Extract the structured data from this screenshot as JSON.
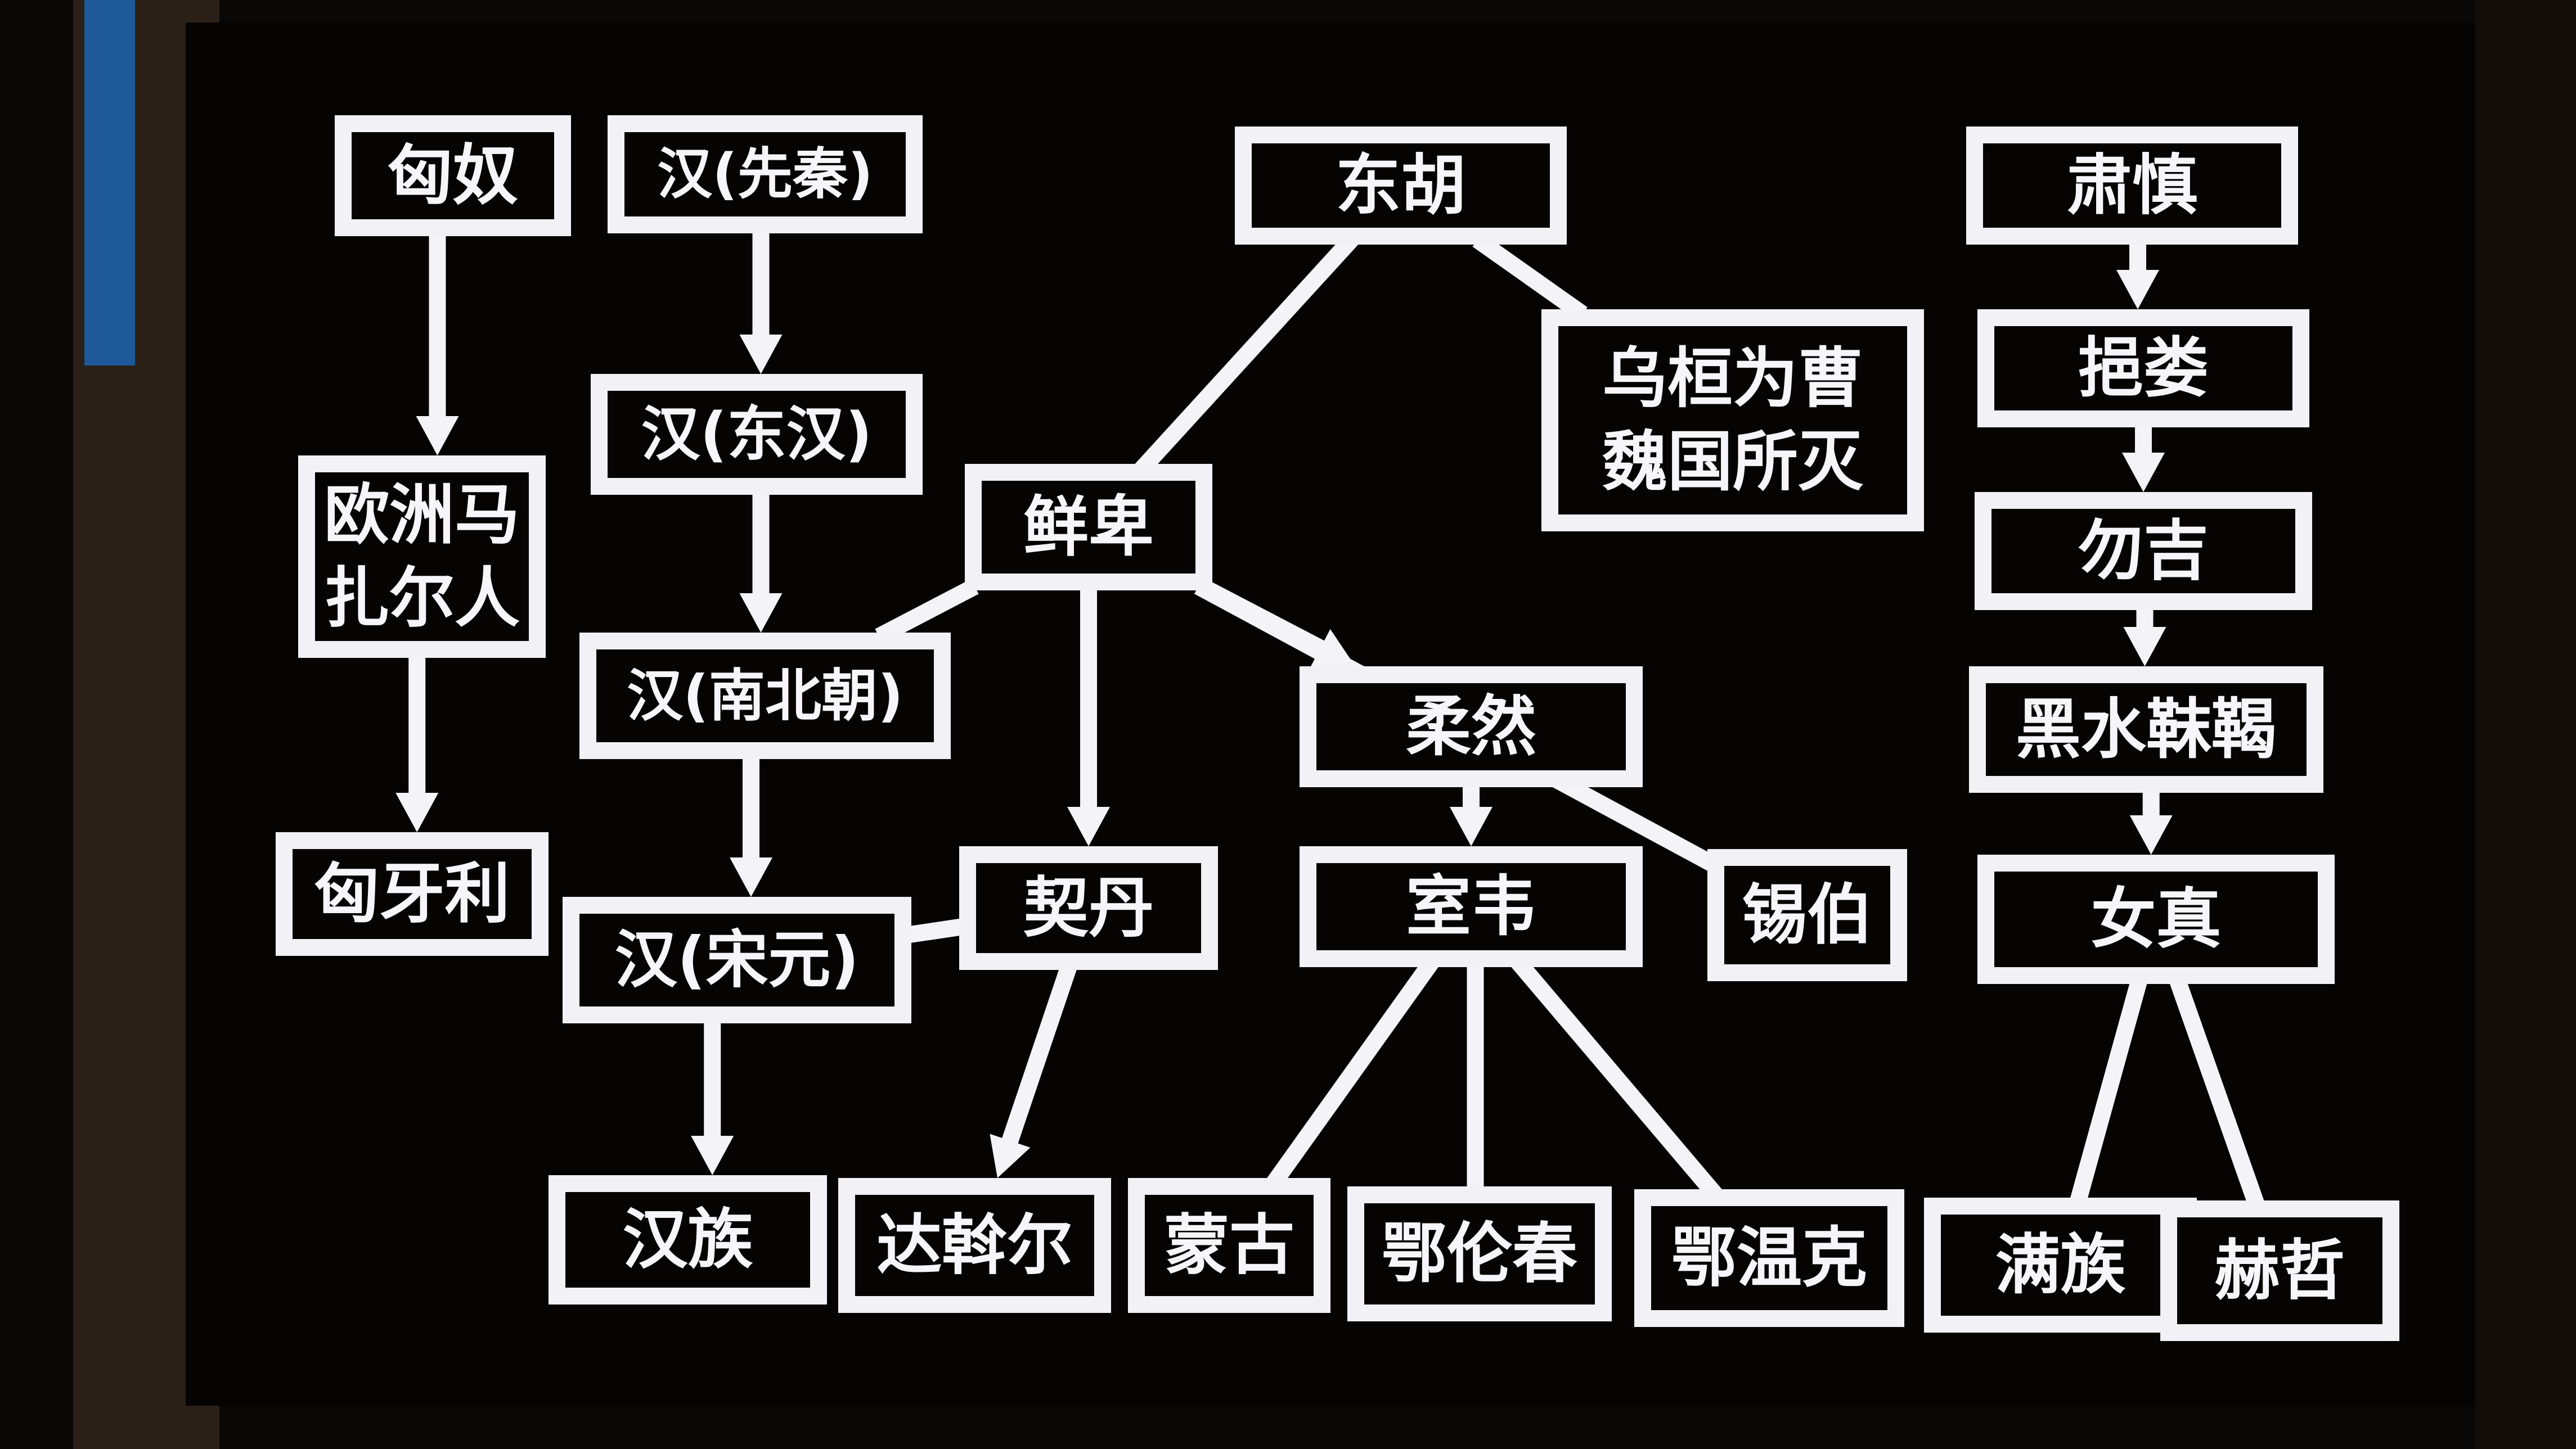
{
  "nodes": [
    {
      "id": "xiongnu",
      "lines": [
        "匈奴"
      ]
    },
    {
      "id": "han_xianqin",
      "lines": [
        "汉(先秦)"
      ]
    },
    {
      "id": "donghu",
      "lines": [
        "东胡"
      ]
    },
    {
      "id": "sushen",
      "lines": [
        "肃慎"
      ]
    },
    {
      "id": "wuhuan",
      "lines": [
        "乌桓为曹",
        "魏国所灭"
      ]
    },
    {
      "id": "yilou",
      "lines": [
        "挹娄"
      ]
    },
    {
      "id": "han_donghan",
      "lines": [
        "汉(东汉)"
      ]
    },
    {
      "id": "ouzhou_mazha",
      "lines": [
        "欧洲马",
        "扎尔人"
      ]
    },
    {
      "id": "xianbei",
      "lines": [
        "鲜卑"
      ]
    },
    {
      "id": "wuji",
      "lines": [
        "勿吉"
      ]
    },
    {
      "id": "han_nanbeichao",
      "lines": [
        "汉(南北朝)"
      ]
    },
    {
      "id": "rouran",
      "lines": [
        "柔然"
      ]
    },
    {
      "id": "heishui_mohe",
      "lines": [
        "黑水靺鞨"
      ]
    },
    {
      "id": "xiongyali",
      "lines": [
        "匈牙利"
      ]
    },
    {
      "id": "qidan",
      "lines": [
        "契丹"
      ]
    },
    {
      "id": "shiwei",
      "lines": [
        "室韦"
      ]
    },
    {
      "id": "xibo",
      "lines": [
        "锡伯"
      ]
    },
    {
      "id": "nuzhen",
      "lines": [
        "女真"
      ]
    },
    {
      "id": "han_songyuan",
      "lines": [
        "汉(宋元)"
      ]
    },
    {
      "id": "hanzu",
      "lines": [
        "汉族"
      ]
    },
    {
      "id": "dawoer",
      "lines": [
        "达斡尔"
      ]
    },
    {
      "id": "menggu",
      "lines": [
        "蒙古"
      ]
    },
    {
      "id": "elunchun",
      "lines": [
        "鄂伦春"
      ]
    },
    {
      "id": "ewenke",
      "lines": [
        "鄂温克"
      ]
    },
    {
      "id": "manzu",
      "lines": [
        "满族"
      ]
    },
    {
      "id": "hezhe",
      "lines": [
        "赫哲"
      ]
    }
  ],
  "edges": [
    {
      "from": "xiongnu",
      "to": "ouzhou_mazha",
      "arrow": true
    },
    {
      "from": "ouzhou_mazha",
      "to": "xiongyali",
      "arrow": true
    },
    {
      "from": "han_xianqin",
      "to": "han_donghan",
      "arrow": true
    },
    {
      "from": "han_donghan",
      "to": "han_nanbeichao",
      "arrow": true
    },
    {
      "from": "han_nanbeichao",
      "to": "han_songyuan",
      "arrow": true
    },
    {
      "from": "han_songyuan",
      "to": "hanzu",
      "arrow": true
    },
    {
      "from": "donghu",
      "to": "xianbei",
      "arrow": false
    },
    {
      "from": "donghu",
      "to": "wuhuan",
      "arrow": false
    },
    {
      "from": "xianbei",
      "to": "han_nanbeichao",
      "arrow": false
    },
    {
      "from": "xianbei",
      "to": "qidan",
      "arrow": true
    },
    {
      "from": "xianbei",
      "to": "rouran",
      "arrow": true
    },
    {
      "from": "xianbei",
      "to": "xibo",
      "arrow": false
    },
    {
      "from": "rouran",
      "to": "shiwei",
      "arrow": true
    },
    {
      "from": "qidan",
      "to": "han_songyuan",
      "arrow": false
    },
    {
      "from": "qidan",
      "to": "dawoer",
      "arrow": true
    },
    {
      "from": "shiwei",
      "to": "menggu",
      "arrow": false
    },
    {
      "from": "shiwei",
      "to": "elunchun",
      "arrow": false
    },
    {
      "from": "shiwei",
      "to": "ewenke",
      "arrow": false
    },
    {
      "from": "sushen",
      "to": "yilou",
      "arrow": true
    },
    {
      "from": "yilou",
      "to": "wuji",
      "arrow": true
    },
    {
      "from": "wuji",
      "to": "heishui_mohe",
      "arrow": true
    },
    {
      "from": "heishui_mohe",
      "to": "nuzhen",
      "arrow": true
    },
    {
      "from": "nuzhen",
      "to": "manzu",
      "arrow": false
    },
    {
      "from": "nuzhen",
      "to": "hezhe",
      "arrow": false
    }
  ],
  "colors": {
    "background": "#050403",
    "box": "#f2f2f6",
    "text": "#f6f6fa",
    "line": "#f4f4f8"
  }
}
